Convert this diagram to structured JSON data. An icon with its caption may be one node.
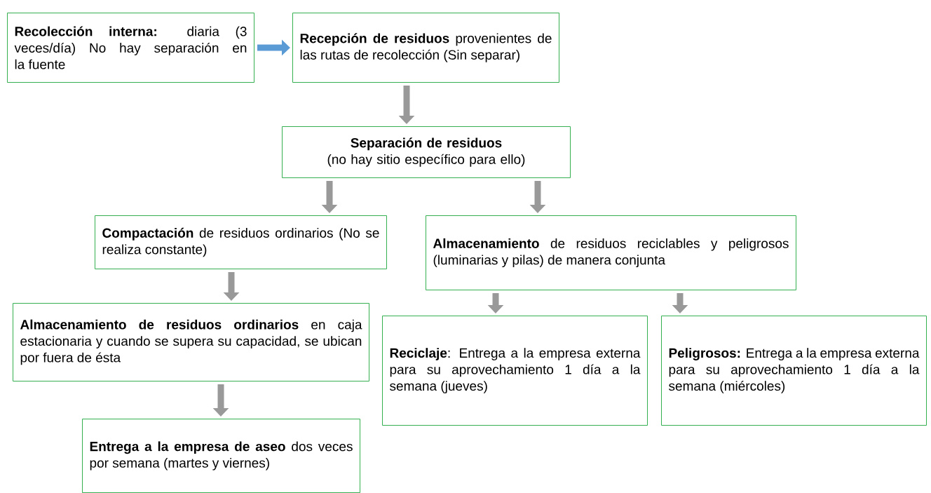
{
  "diagram": {
    "nodes": [
      {
        "text": [
          "**Recolección interna:** diaria (3 veces/día) No hay separación en la fuente"
        ]
      },
      {
        "text": [
          "**Recepción de residuos** provenientes de las rutas de recolección (Sin separar)"
        ]
      },
      {
        "text": [
          "Separación de residuos",
          "(no hay sitio específico para ello)"
        ]
      },
      {
        "text": [
          "**Compactación** de residuos ordinarios (No se realiza constante)"
        ]
      },
      {
        "text": [
          "**Almacenamiento** de residuos reciclables y peligrosos (luminarias y pilas) de manera conjunta"
        ]
      },
      {
        "text": [
          "**Almacenamiento de residuos ordinarios** en caja estacionaria y cuando se supera su capacidad, se ubican por fuera de ésta"
        ]
      },
      {
        "text": [
          "**Reciclaje**: Entrega a la empresa externa para su aprovechamiento 1 día a la semana (jueves)"
        ]
      },
      {
        "text": [
          "**Peligrosos:** Entrega a la empresa externa para su aprovechamiento 1 día a la semana (miércoles)"
        ]
      },
      {
        "text": [
          "**Entrega a la empresa de aseo** dos veces por semana (martes y viernes)"
        ]
      }
    ],
    "edges": [
      {
        "from": 0,
        "to": 1,
        "arrow": "to",
        "color": "#5b9bd5"
      },
      {
        "from": 1,
        "to": 2,
        "arrow": "to"
      },
      {
        "from": 2,
        "to": 3,
        "arrow": "to"
      },
      {
        "from": 2,
        "to": 4,
        "arrow": "to"
      },
      {
        "from": 3,
        "to": 5,
        "arrow": "to"
      },
      {
        "from": 4,
        "to": 6,
        "arrow": "to"
      },
      {
        "from": 4,
        "to": 7,
        "arrow": "to"
      },
      {
        "from": 5,
        "to": 8,
        "arrow": "to"
      }
    ]
  }
}
